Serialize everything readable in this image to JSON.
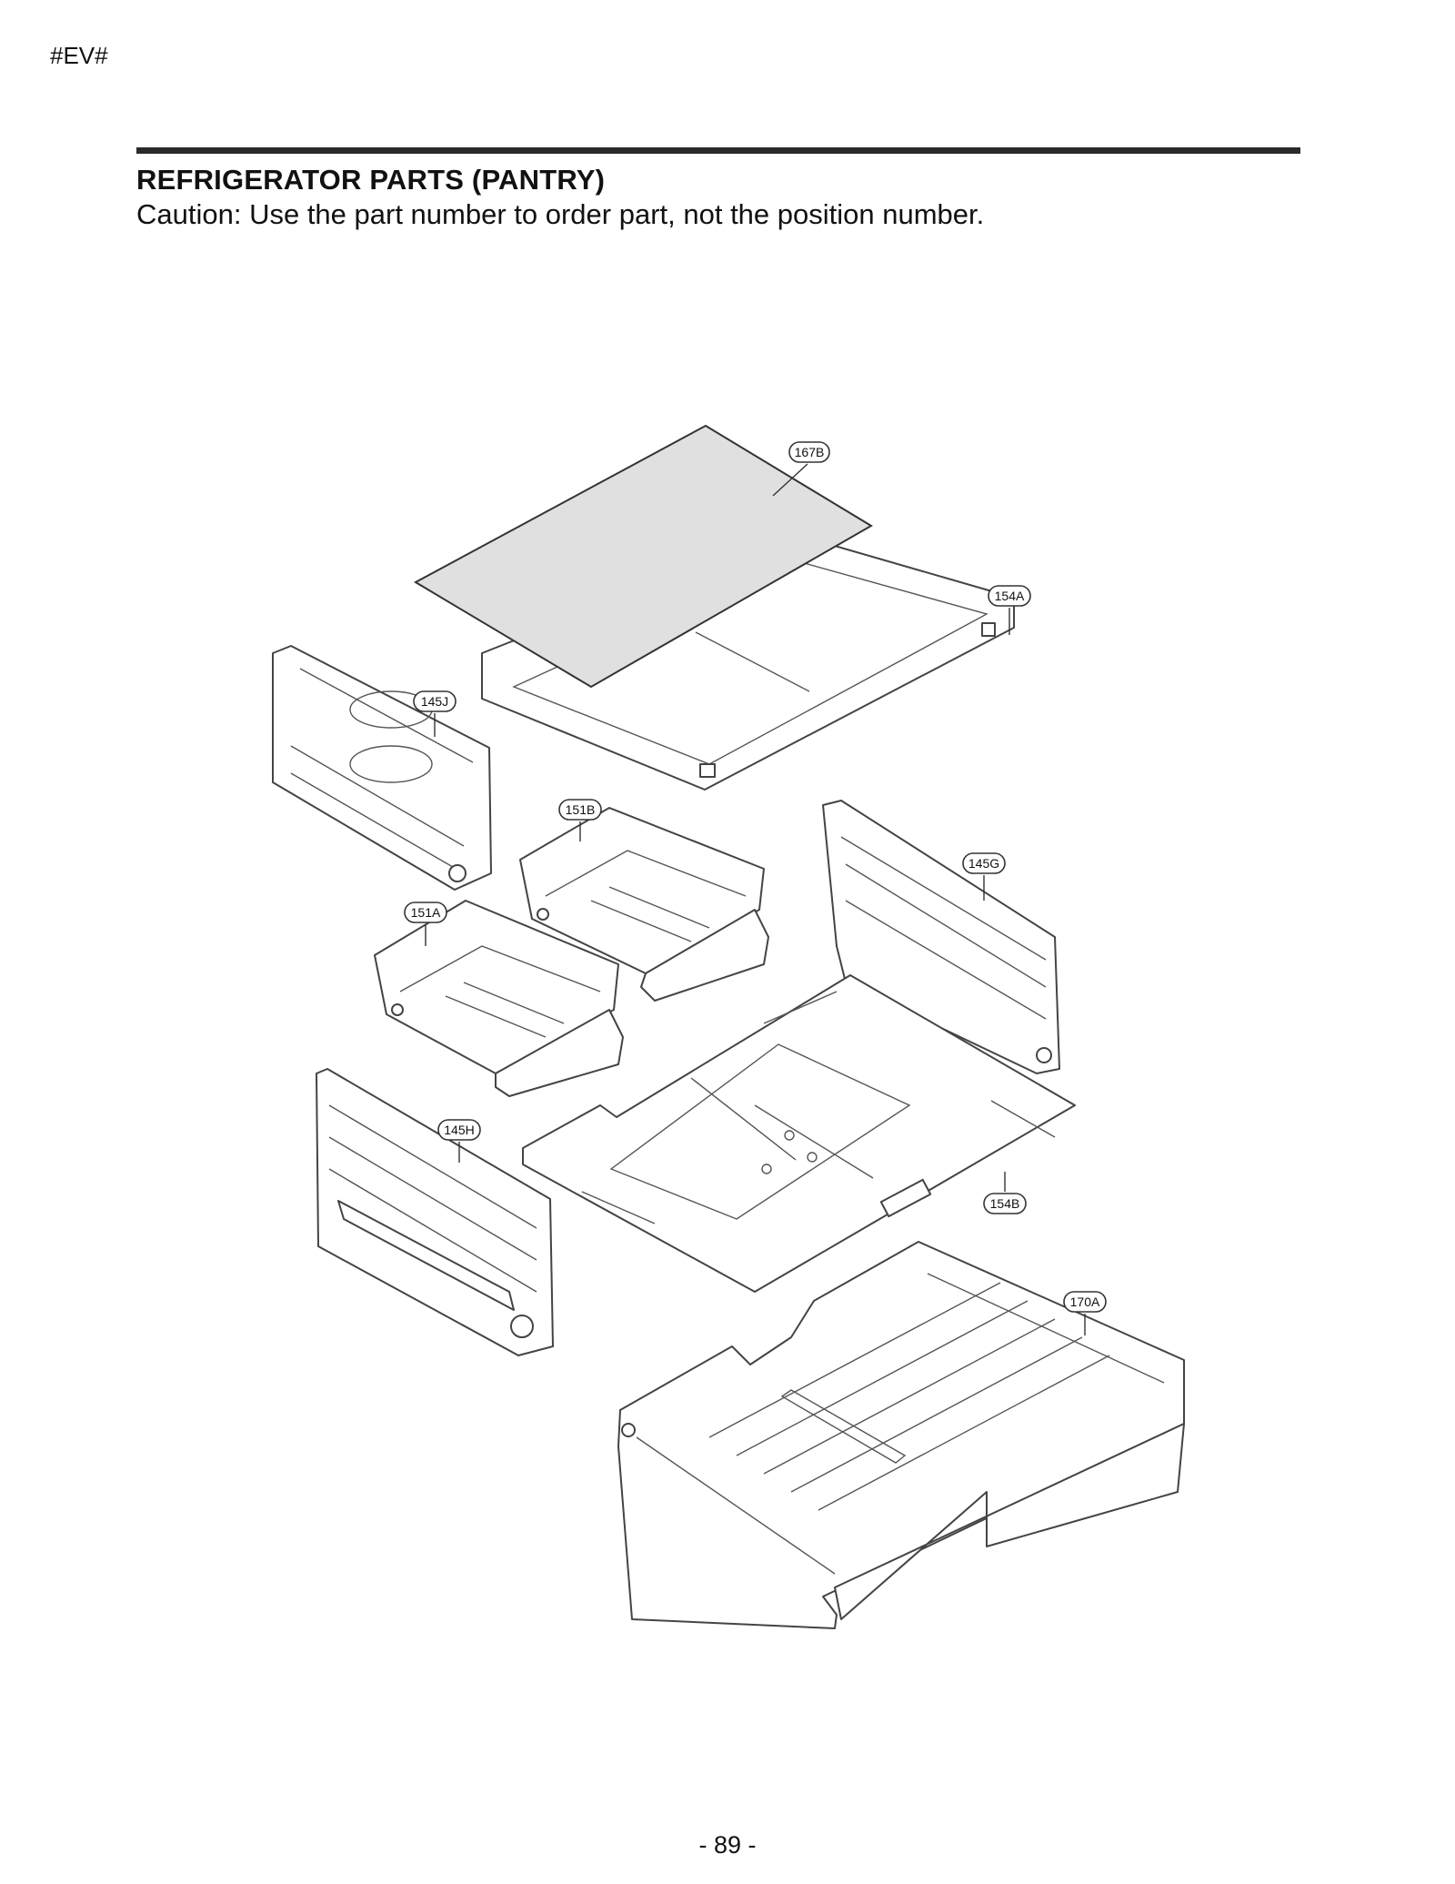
{
  "header": {
    "code": "#EV#",
    "title": "REFRIGERATOR PARTS (PANTRY)",
    "caution": "Caution: Use the part number to order part, not the position number."
  },
  "footer": {
    "page_number": "- 89 -"
  },
  "callouts": [
    {
      "id": "167B",
      "label": "167B"
    },
    {
      "id": "154A",
      "label": "154A"
    },
    {
      "id": "145J",
      "label": "145J"
    },
    {
      "id": "151B",
      "label": "151B"
    },
    {
      "id": "145G",
      "label": "145G"
    },
    {
      "id": "151A",
      "label": "151A"
    },
    {
      "id": "145H",
      "label": "145H"
    },
    {
      "id": "154B",
      "label": "154B"
    },
    {
      "id": "170A",
      "label": "170A"
    }
  ],
  "colors": {
    "rule": "#2a2a2a",
    "glass": "#e0e0e0",
    "line": "#444444"
  }
}
